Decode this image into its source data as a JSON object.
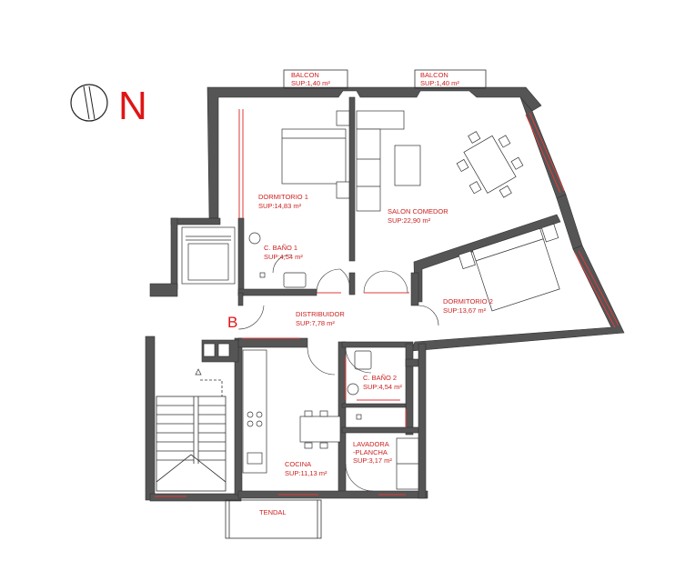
{
  "compass": {
    "north_label": "N",
    "icon": "compass-needle-icon"
  },
  "entrance_label": "B",
  "rooms": {
    "balcon_left": {
      "name": "BALCON",
      "area": "SUP:1,40 m²"
    },
    "balcon_right": {
      "name": "BALCON",
      "area": "SUP:1,40 m²"
    },
    "dormitorio_1": {
      "name": "DORMITORIO 1",
      "area": "SUP:14,83 m²"
    },
    "salon_comedor": {
      "name": "SALON COMEDOR",
      "area": "SUP:22,90 m²"
    },
    "bano_1": {
      "name": "C. BAÑO 1",
      "area": "SUP:4,54 m²"
    },
    "distribuidor": {
      "name": "DISTRIBUIDOR",
      "area": "SUP:7,78 m²"
    },
    "dormitorio_2": {
      "name": "DORMITORIO 2",
      "area": "SUP:13,67 m²"
    },
    "bano_2": {
      "name": "C. BAÑO 2",
      "area": "SUP:4,54 m²"
    },
    "lavadora": {
      "name_line1": "LAVADORA",
      "name_line2": "-PLANCHA",
      "area": "SUP:3,17 m²"
    },
    "cocina": {
      "name": "COCINA",
      "area": "SUP:11,13 m²"
    },
    "tendal": {
      "name": "TENDAL"
    }
  },
  "colors": {
    "wall": "#555555",
    "window": "#e23a3a",
    "label": "#cc1f1f",
    "north": "#e01515"
  }
}
